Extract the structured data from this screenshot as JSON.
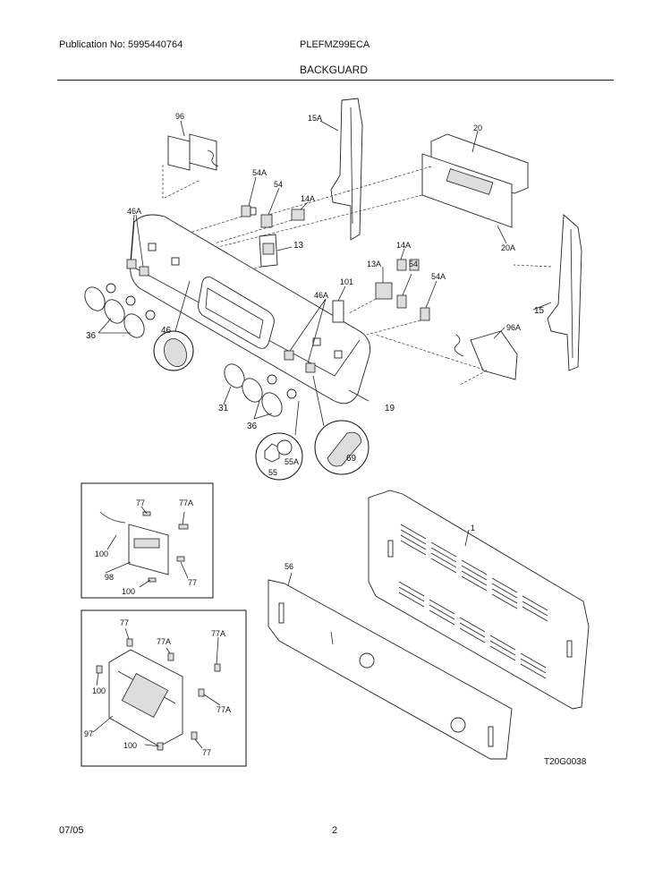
{
  "header": {
    "publication": "Publication No: 5995440764",
    "model": "PLEFMZ99ECA",
    "section": "BACKGUARD"
  },
  "footer": {
    "date": "07/05",
    "page": "2",
    "drawing_code": "T20G0038"
  },
  "callouts": {
    "c96": "96",
    "c15A": "15A",
    "c20": "20",
    "c54A_top": "54A",
    "c54": "54",
    "c14A_top": "14A",
    "c46A_left": "46A",
    "c13": "13",
    "c20A": "20A",
    "c14A_mid": "14A",
    "c13A": "13A",
    "c54_mid": "54",
    "c101": "101",
    "c54A_mid": "54A",
    "c46A_mid": "46A",
    "c15": "15",
    "c96A": "96A",
    "c36_left": "36",
    "c46": "46",
    "c31": "31",
    "c36_mid": "36",
    "c19": "19",
    "c55A": "55A",
    "c55": "55",
    "c69": "69",
    "c77_a": "77",
    "c77A_a": "77A",
    "c100_a": "100",
    "c98": "98",
    "c100_b": "100",
    "c77_b": "77",
    "c1": "1",
    "c56": "56",
    "c77_c": "77",
    "c77A_b": "77A",
    "c77A_c": "77A",
    "c100_c": "100",
    "c77A_d": "77A",
    "c97": "97",
    "c100_d": "100",
    "c77_d": "77"
  }
}
